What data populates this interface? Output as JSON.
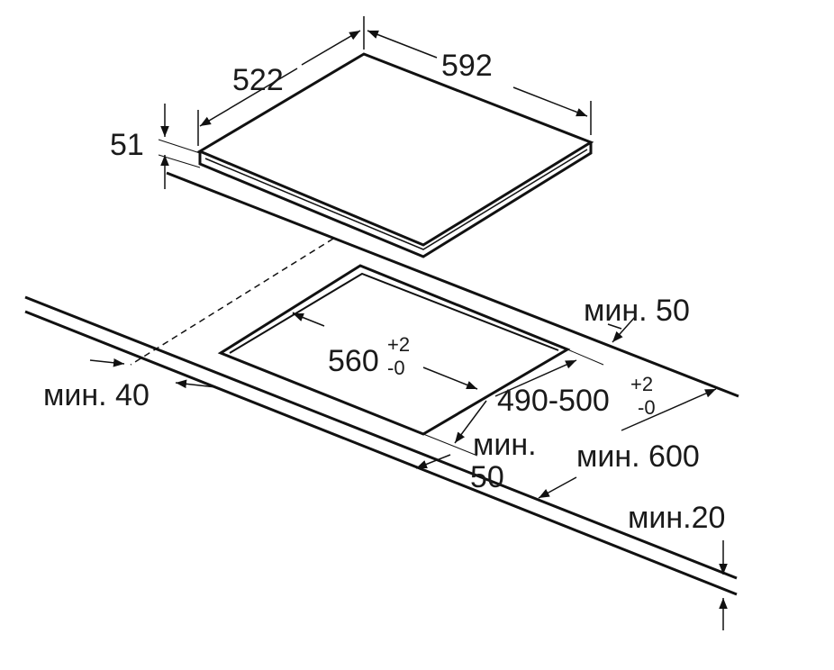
{
  "dimensions": {
    "depth": "522",
    "width": "592",
    "height": "51",
    "cutout_width": "560",
    "cutout_width_tol_plus": "+2",
    "cutout_width_tol_minus": "-0",
    "cutout_depth": "490-500",
    "cutout_depth_tol_plus": "+2",
    "cutout_depth_tol_minus": "-0",
    "min_rear": "мин. 50",
    "min_side": "мин. 40",
    "min_front_label": "мин.",
    "min_front_value": "50",
    "min_worktop_depth": "мин. 600",
    "min_worktop_thickness": "мин.20"
  }
}
